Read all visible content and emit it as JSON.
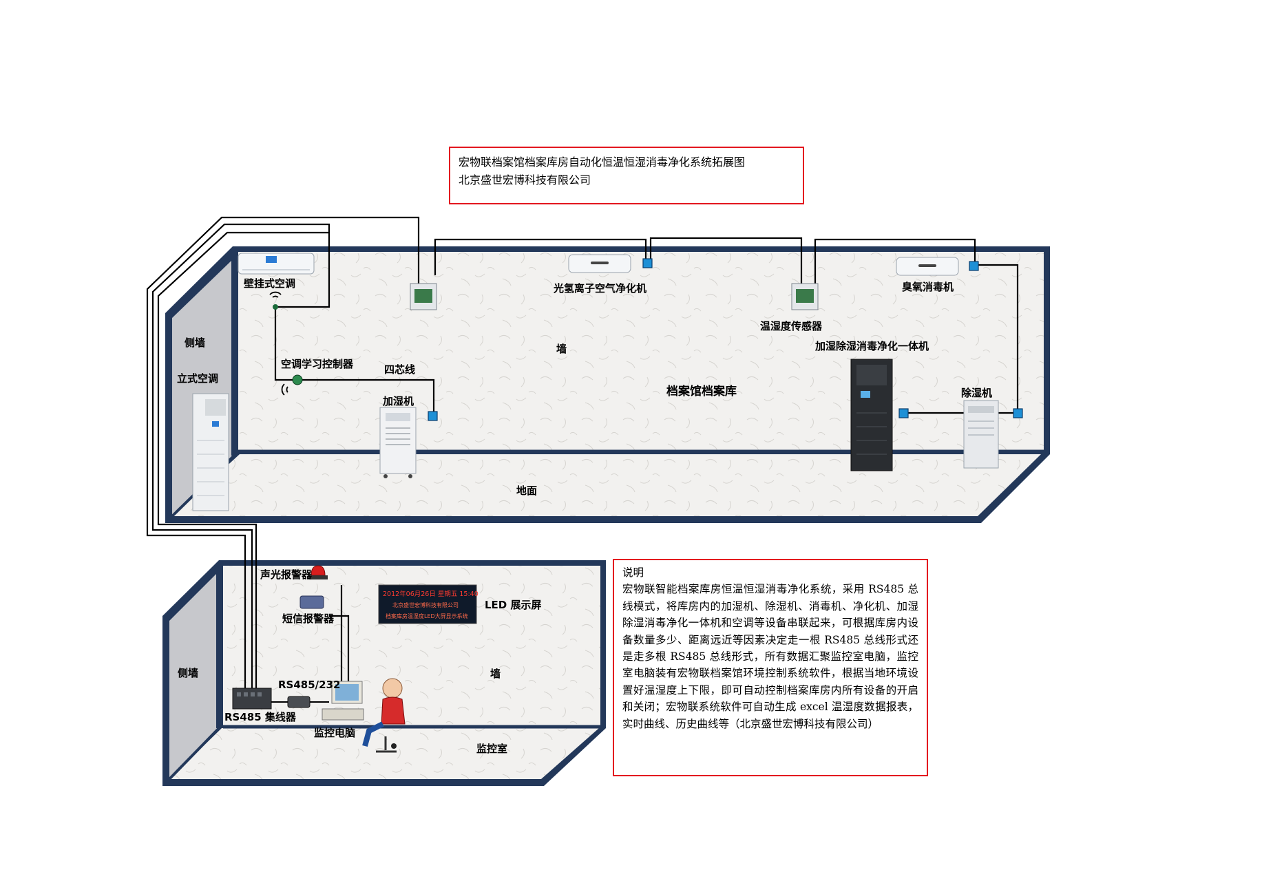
{
  "title_box": {
    "line1": "宏物联档案馆档案库房自动化恒温恒湿消毒净化系统拓展图",
    "line2": "北京盛世宏博科技有限公司"
  },
  "storage_room": {
    "side_wall": "侧墙",
    "wall": "墙",
    "floor": "地面",
    "room_name": "档案馆档案库",
    "devices": {
      "wall_ac": "壁挂式空调",
      "floor_ac": "立式空调",
      "ac_controller": "空调学习控制器",
      "four_core": "四芯线",
      "humidifier": "加湿机",
      "hydrogen_purifier": "光氢离子空气净化机",
      "th_sensor": "温湿度传感器",
      "integrated_unit": "加湿除湿消毒净化一体机",
      "ozone": "臭氧消毒机",
      "dehumidifier": "除湿机"
    }
  },
  "monitor_room": {
    "side_wall": "侧墙",
    "wall": "墙",
    "room_name": "监控室",
    "devices": {
      "alarm": "声光报警器",
      "sms_alarm": "短信报警器",
      "led_screen": "LED 展示屏",
      "converter": "RS485/232",
      "hub": "RS485 集线器",
      "computer": "监控电脑"
    },
    "led_text": {
      "row1": "2012年06月26日 星期五 15:40",
      "row2": "北京盛世宏博科技有限公司",
      "row3": "档案库房温湿度LED大屏显示系统"
    }
  },
  "note_box": {
    "heading": "说明",
    "body": "宏物联智能档案库房恒温恒湿消毒净化系统，采用 RS485 总线模式，将库房内的加湿机、除湿机、消毒机、净化机、加湿除湿消毒净化一体机和空调等设备串联起来，可根据库房内设备数量多少、距离远近等因素决定走一根 RS485 总线形式还是走多根 RS485 总线形式，所有数据汇聚监控室电脑，监控室电脑装有宏物联档案馆环境控制系统软件，根据当地环境设置好温湿度上下限，即可自动控制档案库房内所有设备的开启和关闭；宏物联系统软件可自动生成 excel 温湿度数据报表，实时曲线、历史曲线等（北京盛世宏博科技有限公司）"
  },
  "colors": {
    "frame": "#23385a",
    "accent_red": "#e3171f",
    "node_blue": "#1e90d6",
    "side_wall": "#c7c8cc"
  }
}
